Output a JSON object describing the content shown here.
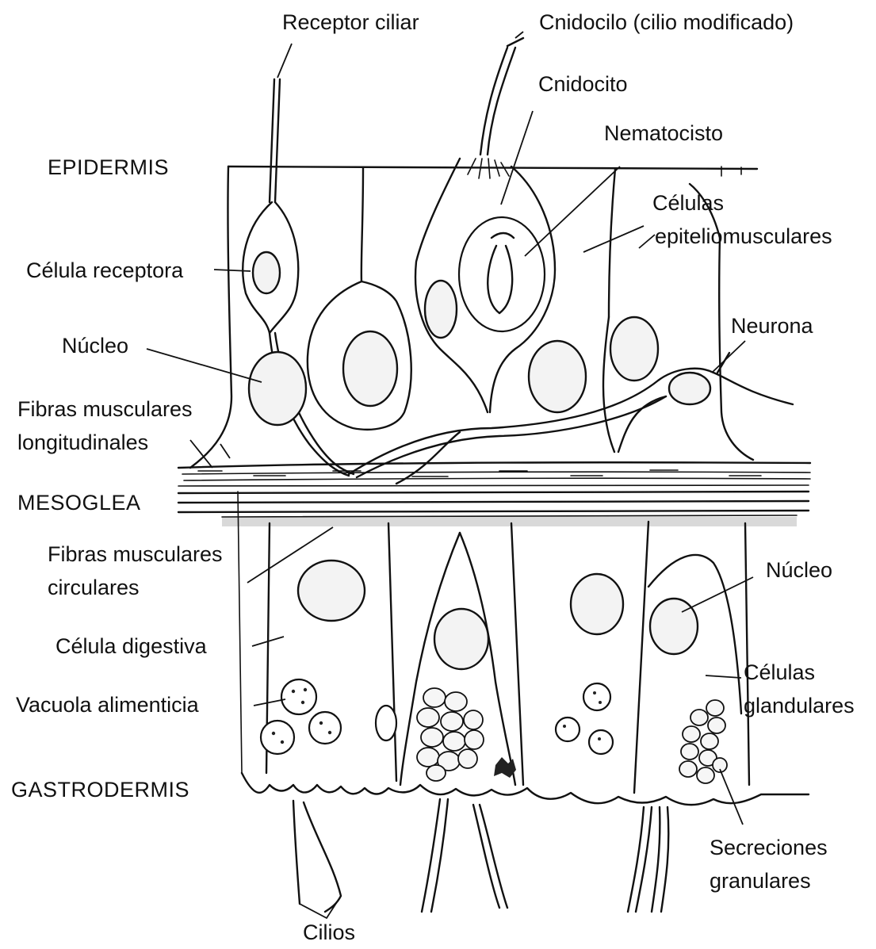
{
  "labels": {
    "receptor_ciliar": "Receptor ciliar",
    "cnidocilo": "Cnidocilo (cilio modificado)",
    "cnidocito": "Cnidocito",
    "nematocisto": "Nematocisto",
    "epidermis": "EPIDERMIS",
    "celulas_epitelio_1": "Células",
    "celulas_epitelio_2": "epiteliomusculares",
    "celula_receptora": "Célula receptora",
    "neurona": "Neurona",
    "nucleo_top": "Núcleo",
    "fibras_long_1": "Fibras musculares",
    "fibras_long_2": "longitudinales",
    "mesoglea": "MESOGLEA",
    "fibras_circ_1": "Fibras musculares",
    "fibras_circ_2": "circulares",
    "nucleo_bottom": "Núcleo",
    "celula_digestiva": "Célula digestiva",
    "celulas_glandulares_1": "Células",
    "celulas_glandulares_2": "glandulares",
    "vacuola": "Vacuola alimenticia",
    "gastrodermis": "GASTRODERMIS",
    "secreciones_1": "Secreciones",
    "secreciones_2": "granulares",
    "cilios": "Cilios"
  }
}
